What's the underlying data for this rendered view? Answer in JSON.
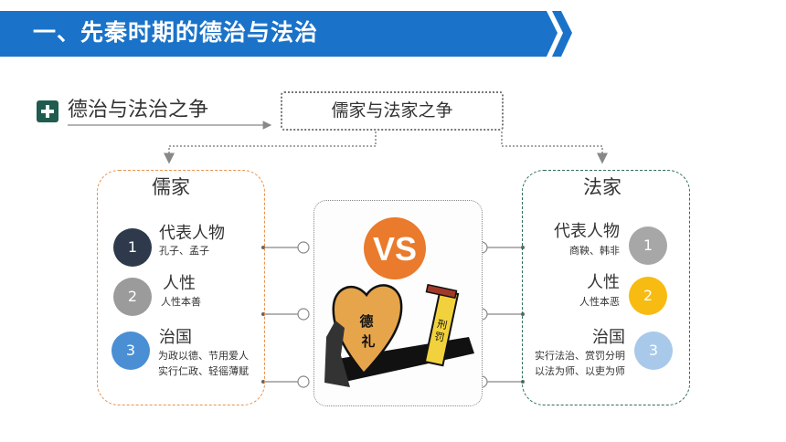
{
  "header": {
    "title": "一、先秦时期的德治与法治",
    "color": "#1a73c9"
  },
  "topic": {
    "label": "德治与法治之争",
    "icon": "plus-icon"
  },
  "center": {
    "label": "儒家与法家之争"
  },
  "vs": {
    "label": "VS",
    "color": "#ea7a2c"
  },
  "illustration": {
    "heart_text": "德\n礼",
    "sword_text": "刑罚"
  },
  "confucian": {
    "title": "儒家",
    "items": [
      {
        "number": "1",
        "title": "代表人物",
        "desc": "孔子、孟子",
        "color": "#2e3a4c"
      },
      {
        "number": "2",
        "title": "人性",
        "desc": "人性本善",
        "color": "#9b9b9b"
      },
      {
        "number": "3",
        "title": "治国",
        "desc_line1": "为政以德、节用爱人",
        "desc_line2": "实行仁政、轻徭薄赋",
        "color": "#4a8fd4"
      }
    ]
  },
  "legalist": {
    "title": "法家",
    "items": [
      {
        "number": "1",
        "title": "代表人物",
        "desc": "商鞅、韩非",
        "color": "#a7a7a7"
      },
      {
        "number": "2",
        "title": "人性",
        "desc": "人性本恶",
        "color": "#f7bb12"
      },
      {
        "number": "3",
        "title": "治国",
        "desc_line1": "实行法治、赏罚分明",
        "desc_line2": "以法为师、以吏为师",
        "color": "#a9c9ea"
      }
    ]
  }
}
